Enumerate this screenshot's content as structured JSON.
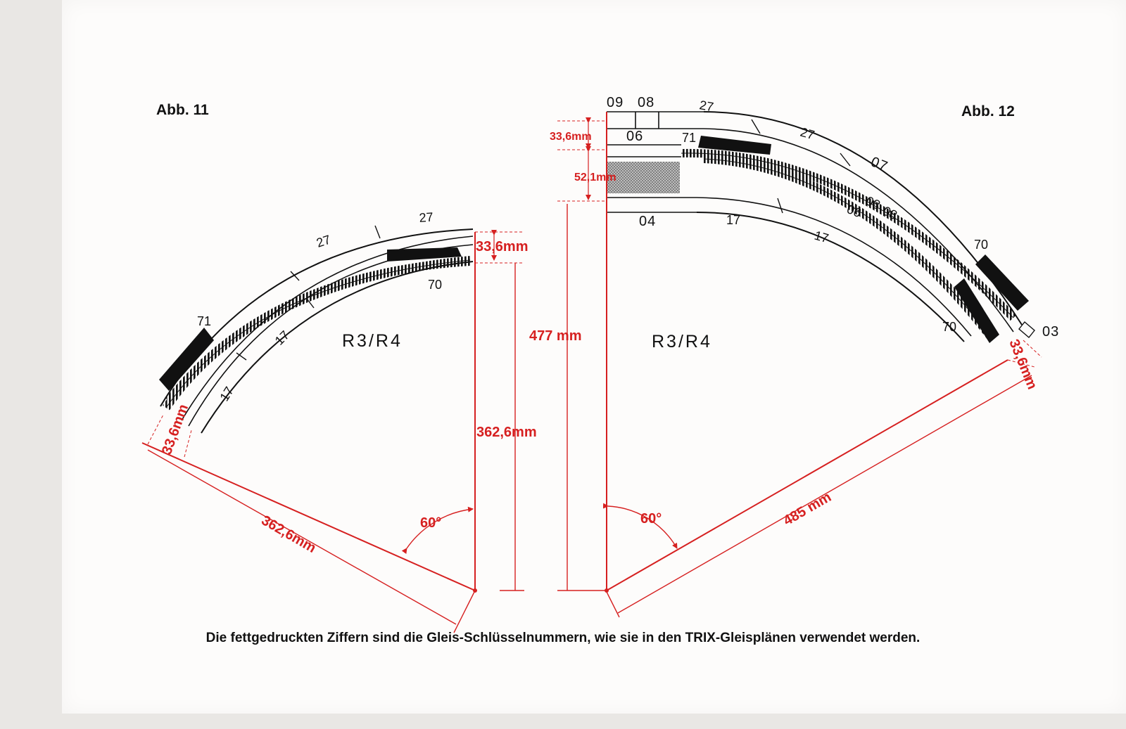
{
  "figure_left": {
    "label": "Abb. 11",
    "radius_label": "R3/R4",
    "track_numbers": [
      "27",
      "27",
      "70",
      "71",
      "17",
      "17"
    ],
    "dimensions": {
      "spacing_top": "33,6mm",
      "radius_vertical": "362,6mm",
      "spacing_bottom": "33,6mm",
      "radius_diagonal": "362,6mm",
      "angle": "60°"
    }
  },
  "figure_right": {
    "label": "Abb. 12",
    "radius_label": "R3/R4",
    "track_numbers": [
      "09",
      "08",
      "06",
      "04",
      "27",
      "27",
      "07",
      "71",
      "08",
      "08",
      "06",
      "17",
      "17",
      "70",
      "70",
      "03"
    ],
    "dimensions": {
      "spacing_top": "33,6mm",
      "block_height": "52,1mm",
      "height_total": "477 mm",
      "radius_diagonal": "485 mm",
      "spacing_right": "33,6mm",
      "angle": "60°"
    }
  },
  "caption": "Die fettgedruckten Ziffern sind die Gleis-Schlüsselnummern, wie sie in den TRIX-Gleisplänen verwendet werden.",
  "colors": {
    "dimension": "#d62020",
    "ink": "#111111",
    "paper": "#fdfcfb"
  }
}
